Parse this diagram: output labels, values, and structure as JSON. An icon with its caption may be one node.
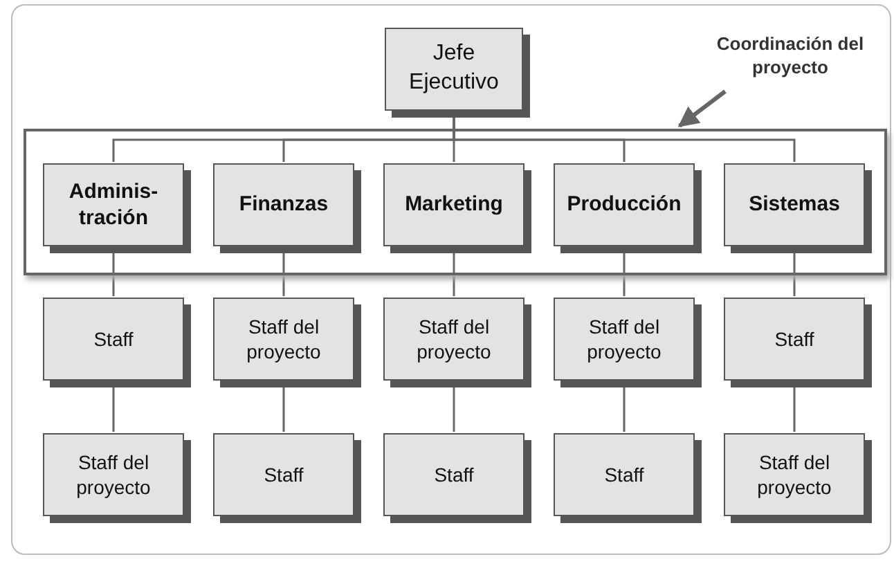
{
  "diagram": {
    "nodes": [
      {
        "text": [
          "Jefe Ejecutivo"
        ]
      },
      {
        "text": [
          "Coordinación del proyecto"
        ]
      },
      {
        "text": [],
        "shape": "box"
      },
      {
        "text": [
          "Adminis- tración"
        ],
        "in": 2
      },
      {
        "text": [
          "Finanzas"
        ],
        "in": 2
      },
      {
        "text": [
          "Marketing"
        ],
        "in": 2
      },
      {
        "text": [
          "Producción"
        ],
        "in": 2
      },
      {
        "text": [
          "Sistemas"
        ],
        "in": 2
      },
      {
        "text": [
          "Staff"
        ]
      },
      {
        "text": [
          "Staff del proyecto"
        ]
      },
      {
        "text": [
          "Staff del proyecto"
        ]
      },
      {
        "text": [
          "Staff del proyecto"
        ]
      },
      {
        "text": [
          "Staff"
        ]
      },
      {
        "text": [
          "Staff del proyecto"
        ]
      },
      {
        "text": [
          "Staff"
        ]
      },
      {
        "text": [
          "Staff"
        ]
      },
      {
        "text": [
          "Staff"
        ]
      },
      {
        "text": [
          "Staff del proyecto"
        ]
      }
    ],
    "edges": [
      {
        "from": 0,
        "to": 3,
        "arrow": "none"
      },
      {
        "from": 0,
        "to": 4,
        "arrow": "none"
      },
      {
        "from": 0,
        "to": 5,
        "arrow": "none"
      },
      {
        "from": 0,
        "to": 6,
        "arrow": "none"
      },
      {
        "from": 0,
        "to": 7,
        "arrow": "none"
      },
      {
        "from": 1,
        "to": 2,
        "arrow": "to",
        "style": "thick"
      },
      {
        "from": 3,
        "to": 8,
        "arrow": "none"
      },
      {
        "from": 4,
        "to": 9,
        "arrow": "none"
      },
      {
        "from": 5,
        "to": 10,
        "arrow": "none"
      },
      {
        "from": 6,
        "to": 11,
        "arrow": "none"
      },
      {
        "from": 7,
        "to": 12,
        "arrow": "none"
      },
      {
        "from": 8,
        "to": 13,
        "arrow": "none"
      },
      {
        "from": 9,
        "to": 14,
        "arrow": "none"
      },
      {
        "from": 10,
        "to": 15,
        "arrow": "none"
      },
      {
        "from": 11,
        "to": 16,
        "arrow": "none"
      },
      {
        "from": 12,
        "to": 17,
        "arrow": "none"
      }
    ]
  }
}
